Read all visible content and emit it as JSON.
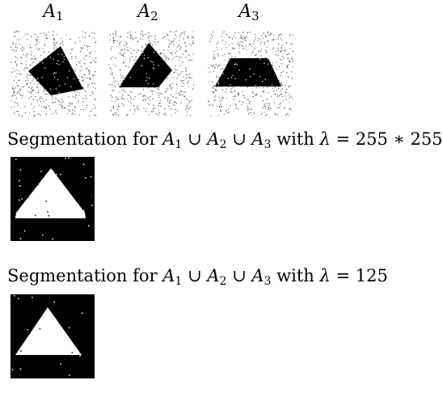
{
  "panels": [
    {
      "label_base": "A",
      "label_sub": "1",
      "shape": "dark-pentagon"
    },
    {
      "label_base": "A",
      "label_sub": "2",
      "shape": "dark-quadrilateral"
    },
    {
      "label_base": "A",
      "label_sub": "3",
      "shape": "dark-trapezoid"
    }
  ],
  "results": [
    {
      "caption_prefix": "Segmentation for ",
      "union_base": "A",
      "union_subs": [
        "1",
        "2",
        "3"
      ],
      "union_op": "∪",
      "caption_with": " with ",
      "lambda_symbol": "λ",
      "equals": " = ",
      "lambda_value": "255 ∗ 255",
      "mask": "white-triangle-with-bottom-band"
    },
    {
      "caption_prefix": "Segmentation for ",
      "union_base": "A",
      "union_subs": [
        "1",
        "2",
        "3"
      ],
      "union_op": "∪",
      "caption_with": " with ",
      "lambda_symbol": "λ",
      "equals": " = ",
      "lambda_value": "125",
      "mask": "white-triangle"
    }
  ],
  "colors": {
    "background": "#ffffff",
    "ink": "#000000",
    "mask_background": "#000000",
    "mask_foreground": "#ffffff",
    "noise": "#555555"
  }
}
